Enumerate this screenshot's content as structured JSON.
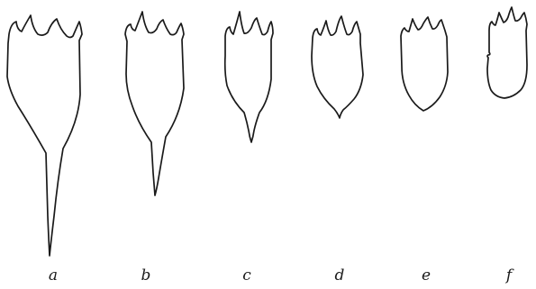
{
  "figure": {
    "panels": [
      {
        "id": "a",
        "label": "a",
        "shape": "lorica-long-stalk"
      },
      {
        "id": "b",
        "label": "b",
        "shape": "lorica-medium-stalk"
      },
      {
        "id": "c",
        "label": "c",
        "shape": "lorica-short-stalk"
      },
      {
        "id": "d",
        "label": "d",
        "shape": "lorica-pointed-base"
      },
      {
        "id": "e",
        "label": "e",
        "shape": "lorica-rounded-base"
      },
      {
        "id": "f",
        "label": "f",
        "shape": "lorica-oval"
      }
    ]
  }
}
